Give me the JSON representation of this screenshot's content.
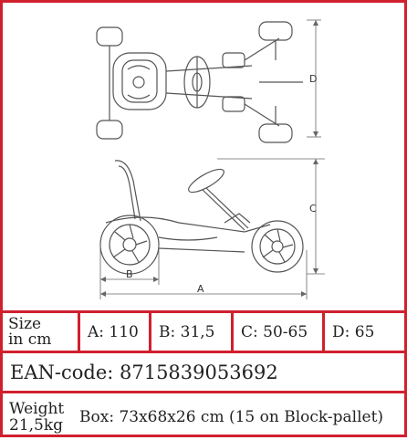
{
  "drawing": {
    "dimension_labels": {
      "a": "A",
      "b": "B",
      "c": "C",
      "d": "D"
    }
  },
  "table": {
    "size_label": [
      "Size",
      "in cm"
    ],
    "dims": [
      "A: 110",
      "B: 31,5",
      "C: 50-65",
      "D: 65"
    ],
    "ean": "EAN-code: 8715839053692",
    "weight_label": [
      "Weight",
      "21,5kg"
    ],
    "box": "Box: 73x68x26 cm (15 on Block-pallet)"
  },
  "colors": {
    "border": "#d0202e",
    "line": "#444444"
  }
}
